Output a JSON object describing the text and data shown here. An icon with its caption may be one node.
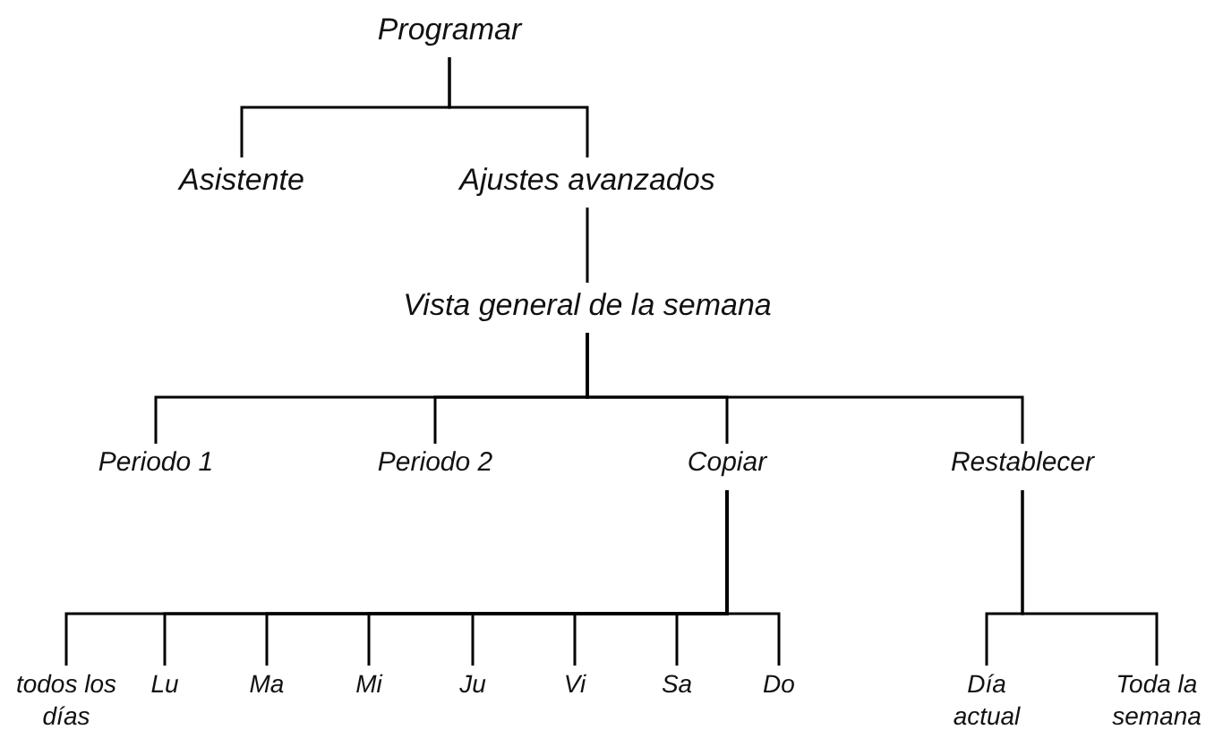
{
  "diagram": {
    "nodes": [
      {
        "text": [
          "Programar"
        ]
      },
      {
        "text": [
          "Asistente"
        ]
      },
      {
        "text": [
          "Ajustes avanzados"
        ]
      },
      {
        "text": [
          "Vista general de la semana"
        ]
      },
      {
        "text": [
          "Periodo 1"
        ]
      },
      {
        "text": [
          "Periodo 2"
        ]
      },
      {
        "text": [
          "Copiar"
        ]
      },
      {
        "text": [
          "Restablecer"
        ]
      },
      {
        "text": [
          "todos los días"
        ]
      },
      {
        "text": [
          "Lu"
        ]
      },
      {
        "text": [
          "Ma"
        ]
      },
      {
        "text": [
          "Mi"
        ]
      },
      {
        "text": [
          "Ju"
        ]
      },
      {
        "text": [
          "Vi"
        ]
      },
      {
        "text": [
          "Sa"
        ]
      },
      {
        "text": [
          "Do"
        ]
      },
      {
        "text": [
          "Día actual"
        ]
      },
      {
        "text": [
          "Toda la semana"
        ]
      }
    ],
    "edges": [
      {
        "from": 0,
        "to": 1,
        "arrow": "none"
      },
      {
        "from": 0,
        "to": 2,
        "arrow": "none"
      },
      {
        "from": 2,
        "to": 3,
        "arrow": "none"
      },
      {
        "from": 3,
        "to": 4,
        "arrow": "none"
      },
      {
        "from": 3,
        "to": 5,
        "arrow": "none"
      },
      {
        "from": 3,
        "to": 6,
        "arrow": "none"
      },
      {
        "from": 3,
        "to": 7,
        "arrow": "none"
      },
      {
        "from": 6,
        "to": 8,
        "arrow": "none"
      },
      {
        "from": 6,
        "to": 9,
        "arrow": "none"
      },
      {
        "from": 6,
        "to": 10,
        "arrow": "none"
      },
      {
        "from": 6,
        "to": 11,
        "arrow": "none"
      },
      {
        "from": 6,
        "to": 12,
        "arrow": "none"
      },
      {
        "from": 6,
        "to": 13,
        "arrow": "none"
      },
      {
        "from": 6,
        "to": 14,
        "arrow": "none"
      },
      {
        "from": 6,
        "to": 15,
        "arrow": "none"
      },
      {
        "from": 7,
        "to": 16,
        "arrow": "none"
      },
      {
        "from": 7,
        "to": 17,
        "arrow": "none"
      }
    ]
  }
}
